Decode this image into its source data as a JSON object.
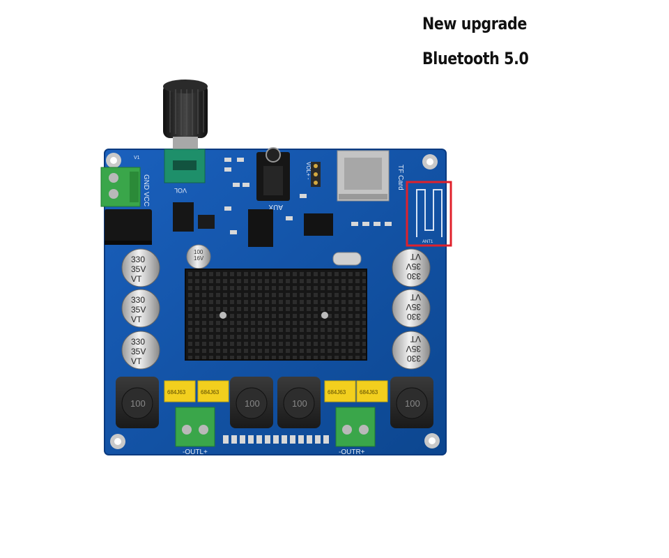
{
  "headline": {
    "line1": "New upgrade",
    "line2": "Bluetooth 5.0"
  },
  "board": {
    "pcb_color": "#0f4fa8",
    "pcb_edge": "#0a3a80",
    "highlight_color": "#e0212b",
    "labels": {
      "power": "GND VCC",
      "power_ref": "V1",
      "vol": "VOL",
      "aux": "AUX",
      "tf_card": "TF Card",
      "vol_pins": "VOL+ -",
      "antenna": "ANT1",
      "out_left": "-OUTL+",
      "out_right": "-OUTR+",
      "small_cap": [
        "100",
        "16V"
      ]
    },
    "cap_text": [
      "330",
      "35V",
      "VT"
    ],
    "film_cap_text": "684J63",
    "inductor_text": "100"
  }
}
